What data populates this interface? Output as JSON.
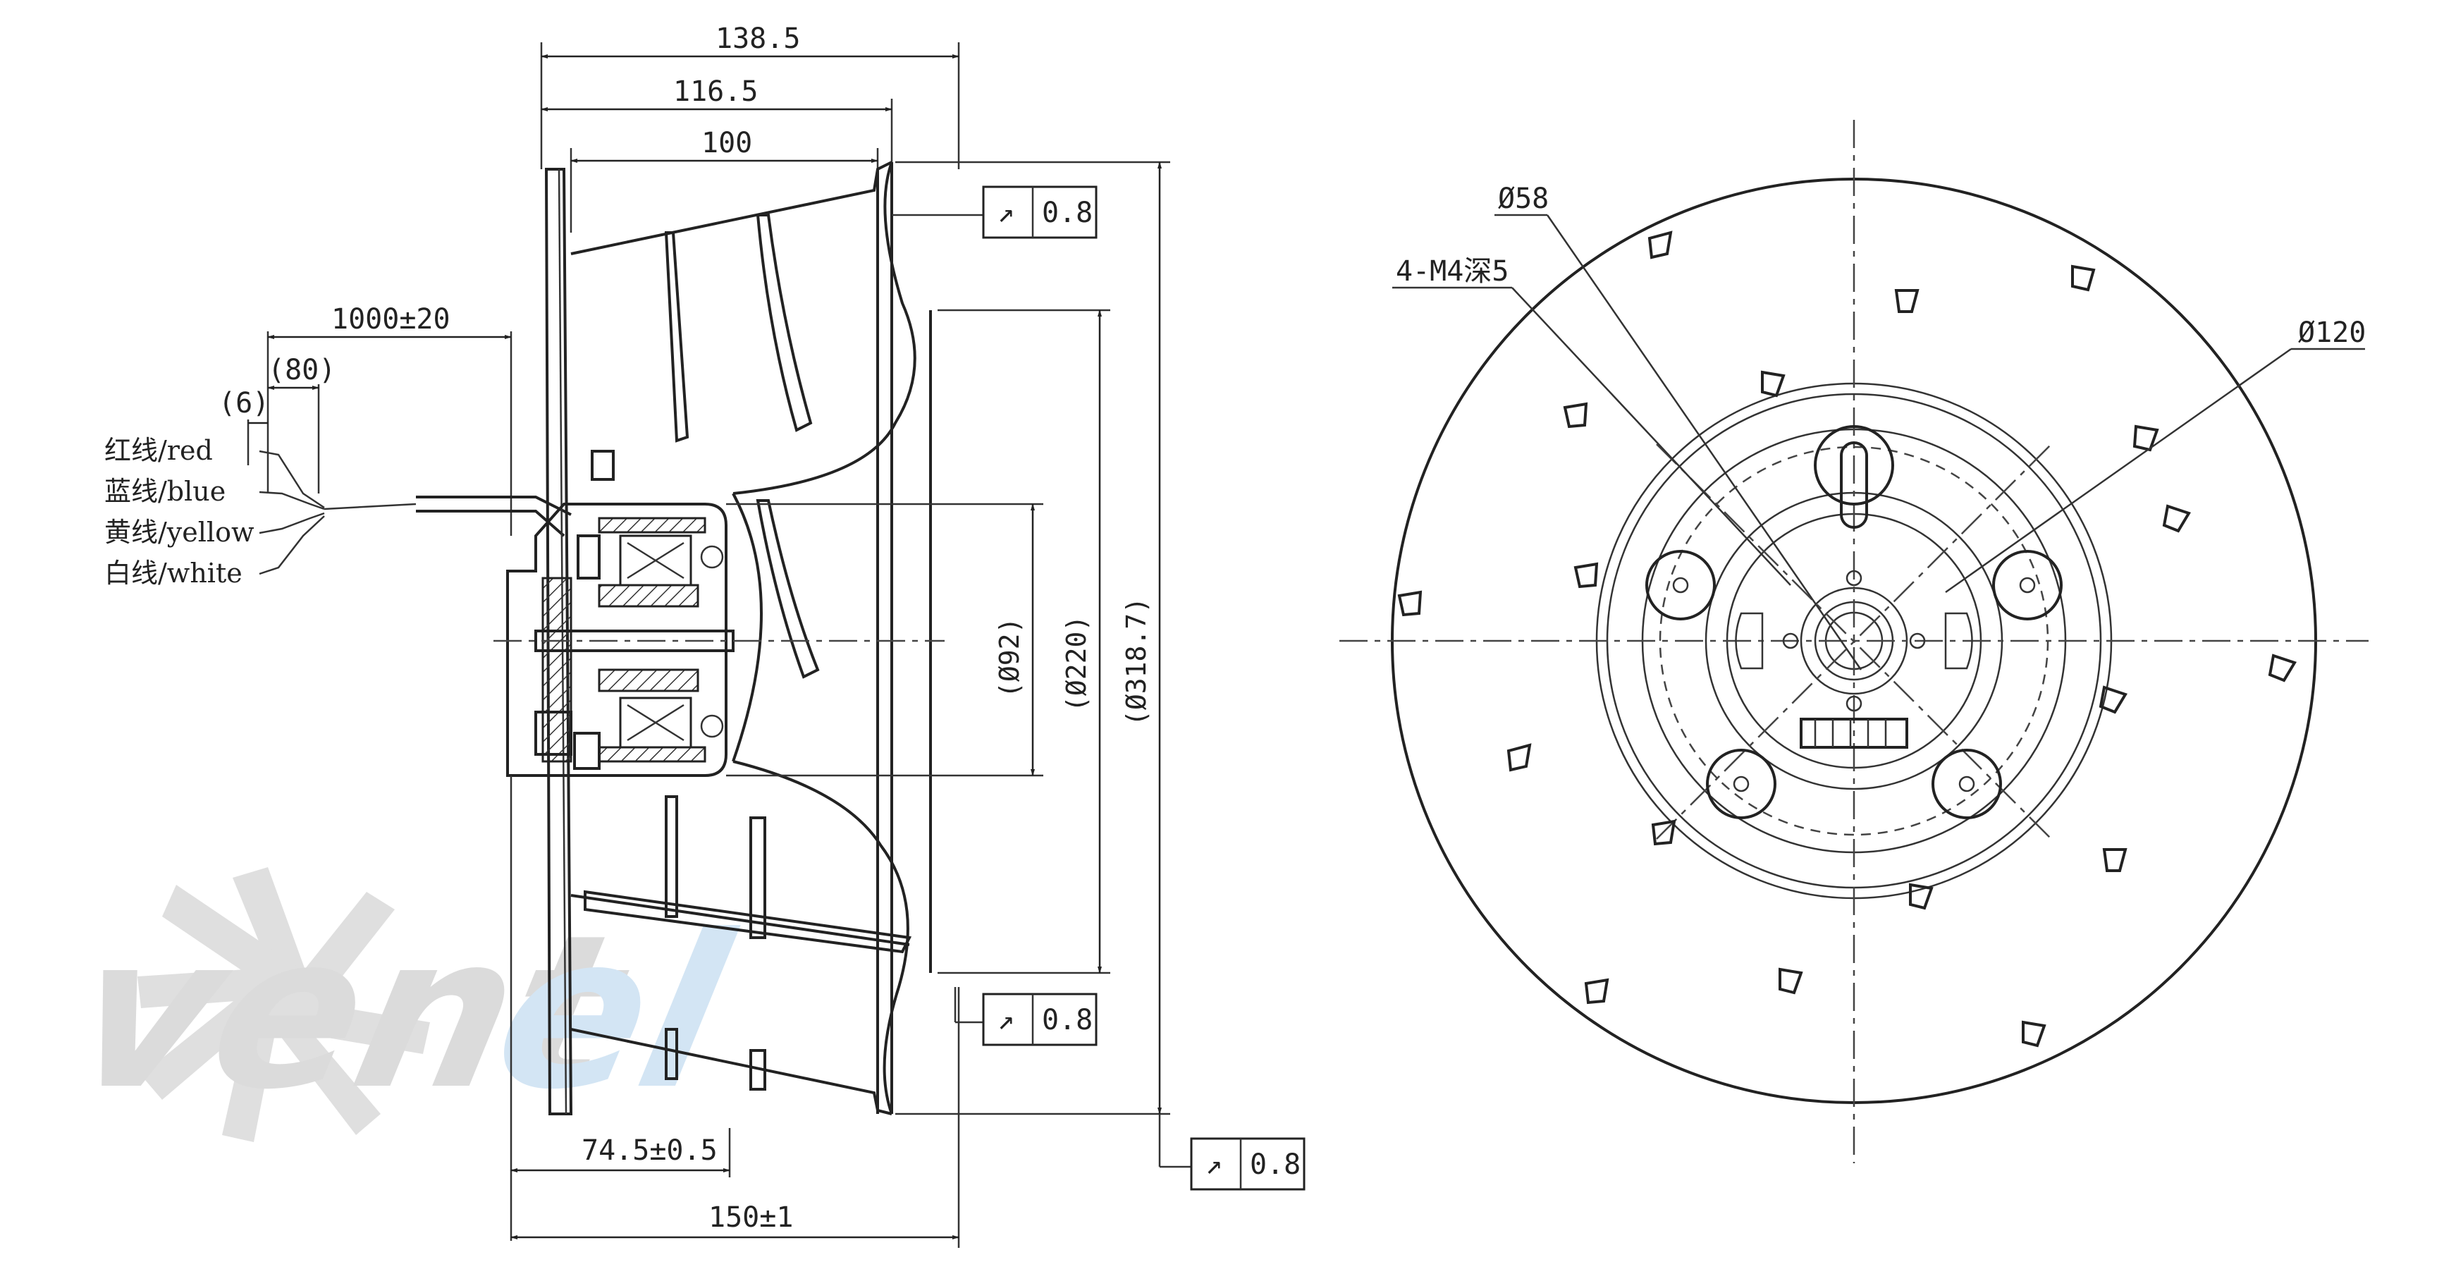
{
  "watermark": {
    "brand_text": "ventel",
    "color_gray": "#d4d4d4",
    "color_blue": "#cfe3f3"
  },
  "side_view": {
    "dimensions": {
      "overall_width": "138.5",
      "wheel_width": "116.5",
      "inlet_width": "100",
      "cable_length": "1000±20",
      "strip_length": "(80)",
      "wire_strip": "(6)",
      "mount_offset": "74.5±0.5",
      "total_depth": "150±1",
      "diameter_92": "(Ø92)",
      "diameter_220": "(Ø220)",
      "diameter_318": "(Ø318.7)"
    },
    "tolerances": [
      {
        "symbol": "↗",
        "value": "0.8"
      },
      {
        "symbol": "↗",
        "value": "0.8"
      },
      {
        "symbol": "↗",
        "value": "0.8"
      }
    ],
    "wires": [
      {
        "label": "红线/red"
      },
      {
        "label": "蓝线/blue"
      },
      {
        "label": "黄线/yellow"
      },
      {
        "label": "白线/white"
      }
    ]
  },
  "front_view": {
    "labels": {
      "hub_diameter": "Ø58",
      "mount_holes": "4-M4深5",
      "bolt_circle": "Ø120"
    }
  }
}
